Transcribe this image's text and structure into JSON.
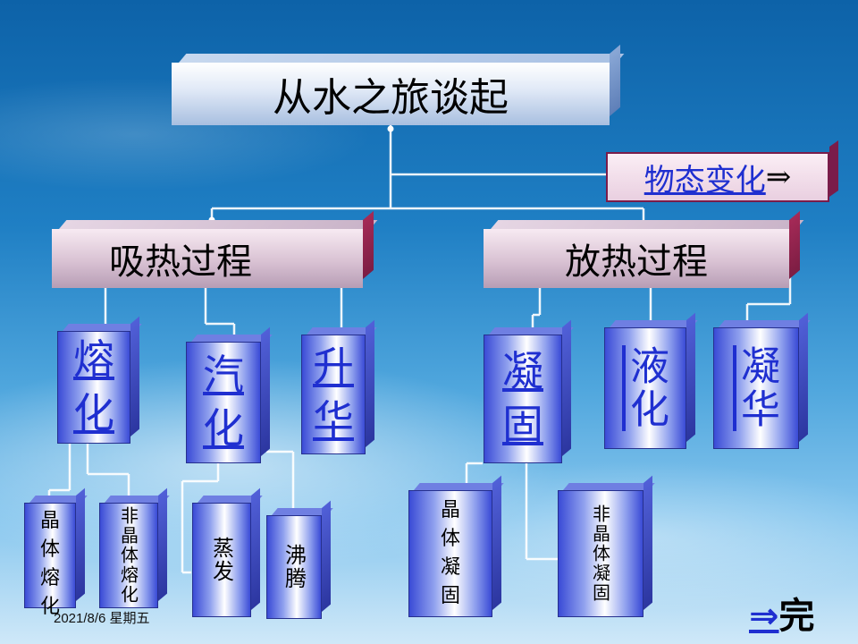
{
  "title": "从水之旅谈起",
  "link_box": {
    "label": "物态变化",
    "arrow": "⇒"
  },
  "processes": {
    "absorb": "吸热过程",
    "release": "放热过程"
  },
  "absorb_items": [
    {
      "text": "熔\n化"
    },
    {
      "text": "汽\n化"
    },
    {
      "text": "升\n华"
    }
  ],
  "release_items": [
    {
      "text": "凝\n固"
    },
    {
      "text": "液化"
    },
    {
      "text": "凝华"
    }
  ],
  "melt_sub": {
    "crystal": "晶\n体\n熔\n化",
    "amorphous": "非晶体熔化"
  },
  "vapor_sub": {
    "evaporate": "蒸发",
    "boil": "沸腾"
  },
  "solid_sub": {
    "crystal": "晶\n体\n凝\n固",
    "amorphous": "非晶体凝固"
  },
  "footer": {
    "date": "2021/8/6 星期五"
  },
  "nav": {
    "arrow": "⇒",
    "done": "完"
  },
  "colors": {
    "link_blue": "#1f2fd0",
    "connector": "#ffffff",
    "accent_maroon": "#7a1c4a"
  }
}
